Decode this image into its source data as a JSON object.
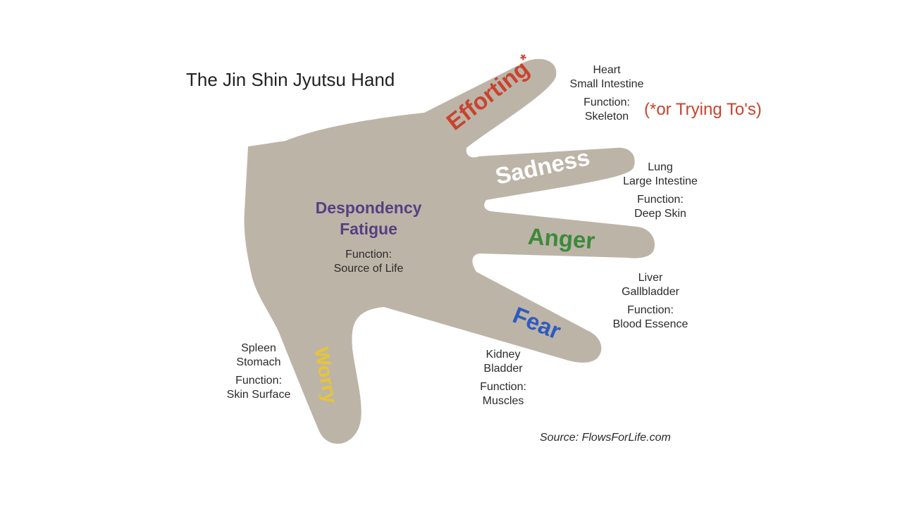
{
  "title": "The Jin Shin Jyutsu Hand",
  "colors": {
    "hand": "#bdb4a8",
    "efforting": "#c8432f",
    "sadness": "#ffffff",
    "anger": "#3c8a3a",
    "fear": "#2e5bbf",
    "worry": "#e8c531",
    "despondency": "#563f82"
  },
  "fingers": {
    "middle": {
      "emotion": "Efforting",
      "marker": "*",
      "organs": [
        "Heart",
        "Small Intestine"
      ],
      "function_label": "Function:",
      "function_value": "Skeleton",
      "footnote": "(*or Trying To's)"
    },
    "ring": {
      "emotion": "Sadness",
      "organs": [
        "Lung",
        "Large Intestine"
      ],
      "function_label": "Function:",
      "function_value": "Deep Skin"
    },
    "little": {
      "emotion": "Anger",
      "organs": [
        "Liver",
        "Gallbladder"
      ],
      "function_label": "Function:",
      "function_value": "Blood Essence"
    },
    "index": {
      "emotion": "Fear",
      "organs": [
        "Kidney",
        "Bladder"
      ],
      "function_label": "Function:",
      "function_value": "Muscles"
    },
    "thumb": {
      "emotion": "Worry",
      "organs": [
        "Spleen",
        "Stomach"
      ],
      "function_label": "Function:",
      "function_value": "Skin Surface"
    }
  },
  "palm": {
    "emotions": [
      "Despondency",
      "Fatigue"
    ],
    "function_label": "Function:",
    "function_value": "Source of Life"
  },
  "source": "Source: FlowsForLife.com"
}
